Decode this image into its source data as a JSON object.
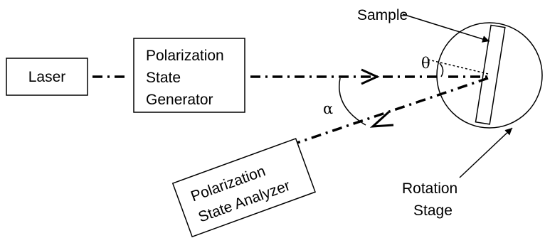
{
  "diagram": {
    "laser_label": "Laser",
    "psg_label_line1": "Polarization",
    "psg_label_line2": "State",
    "psg_label_line3": "Generator",
    "psa_label_line1": "Polarization",
    "psa_label_line2": "State Analyzer",
    "sample_label": "Sample",
    "rotation_label_line1": "Rotation",
    "rotation_label_line2": "Stage",
    "theta_symbol": "θ",
    "alpha_symbol": "α"
  }
}
